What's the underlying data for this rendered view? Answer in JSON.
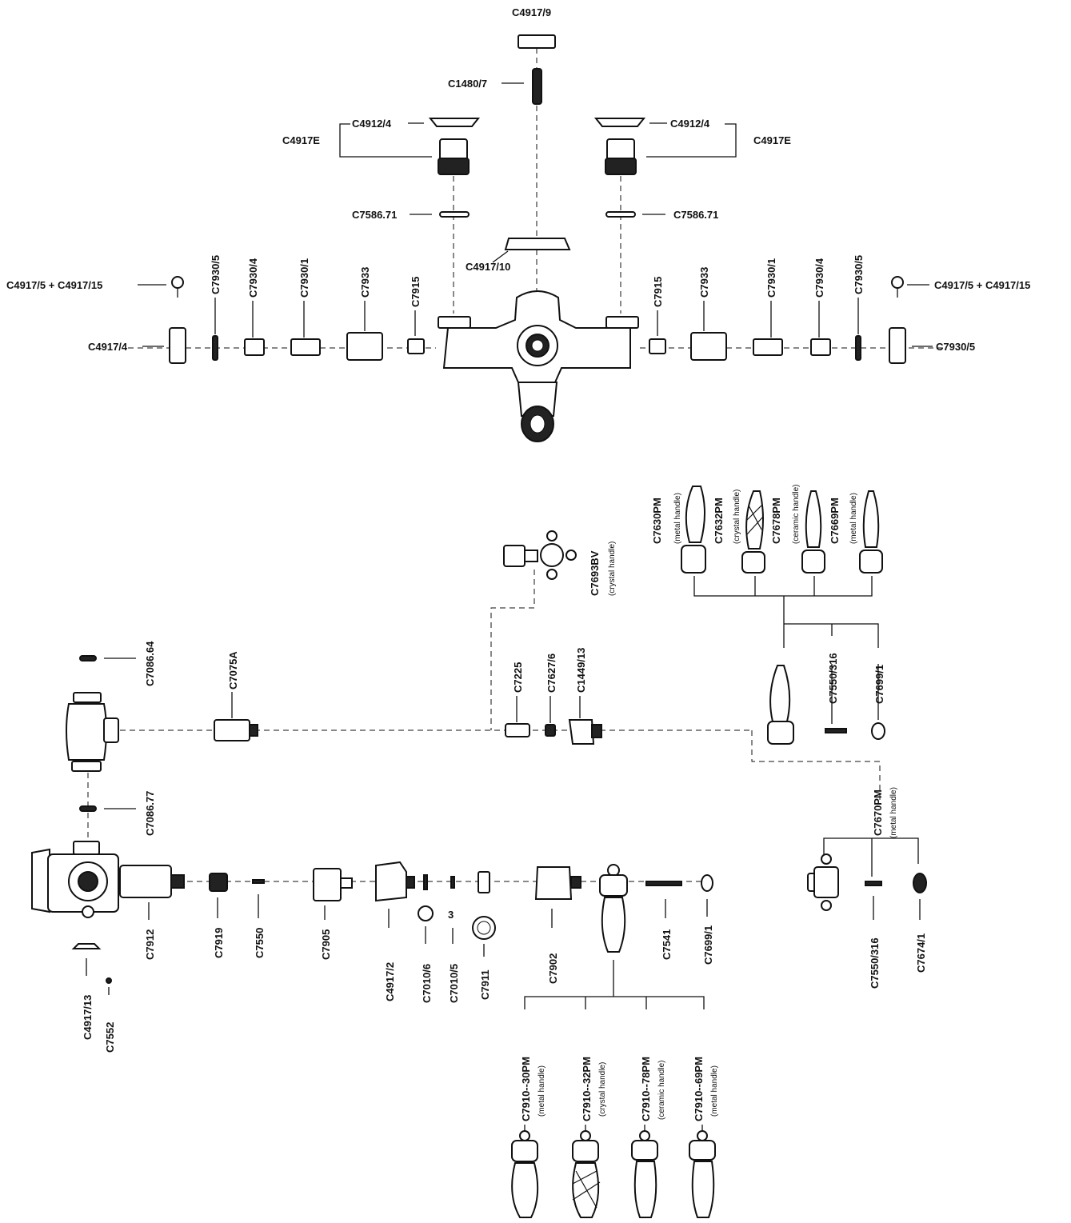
{
  "labels": {
    "c4917_9": "C4917/9",
    "c1480_7": "C1480/7",
    "c4912_4_l": "C4912/4",
    "c4912_4_r": "C4912/4",
    "c4917e_l": "C4917E",
    "c4917e_r": "C4917E",
    "c7586_l": "C7586.71",
    "c7586_r": "C7586.71",
    "c4917_10": "C4917/10",
    "c4917_5_l": "C4917/5 + C4917/15",
    "c4917_5_r": "C4917/5 + C4917/15",
    "c4917_4": "C4917/4",
    "c7930_5_l": "C7930/5",
    "c7930_4_l": "C7930/4",
    "c7930_1_l": "C7930/1",
    "c7933_l": "C7933",
    "c7915_l": "C7915",
    "c7915_r": "C7915",
    "c7933_r": "C7933",
    "c7930_1_r": "C7930/1",
    "c7930_4_r": "C7930/4",
    "c7930_5_r": "C7930/5",
    "c7930_5_rr": "C7930/5",
    "c7630pm": "C7630PM",
    "c7632pm": "C7632PM",
    "c7678pm": "C7678PM",
    "c7669pm": "C7669PM",
    "c7693bv": "C7693BV",
    "c7086_64": "C7086.64",
    "c7075a": "C7075A",
    "c7225": "C7225",
    "c7627_6": "C7627/6",
    "c1449_13": "C1449/13",
    "c7550_316_a": "C7550/316",
    "c7699_1_a": "C7699/1",
    "c7086_77": "C7086.77",
    "c7670pm": "C7670PM",
    "c7912": "C7912",
    "c7919": "C7919",
    "c7550": "C7550",
    "c7905": "C7905",
    "c4917_2": "C4917/2",
    "c7010_6": "C7010/6",
    "c7010_5": "C7010/5",
    "c7911": "C7911",
    "c7902": "C7902",
    "c7541": "C7541",
    "c7699_1_b": "C7699/1",
    "c7550_316_b": "C7550/316",
    "c7674_1": "C7674/1",
    "c4917_13": "C4917/13",
    "c7552": "C7552",
    "c7910_30": "C7910--30PM",
    "c7910_32": "C7910--32PM",
    "c7910_78": "C7910--78PM",
    "c7910_69": "C7910--69PM"
  },
  "notes": {
    "metal": "(metal handle)",
    "crystal": "(crystal handle)",
    "ceramic": "(ceramic handle)"
  }
}
